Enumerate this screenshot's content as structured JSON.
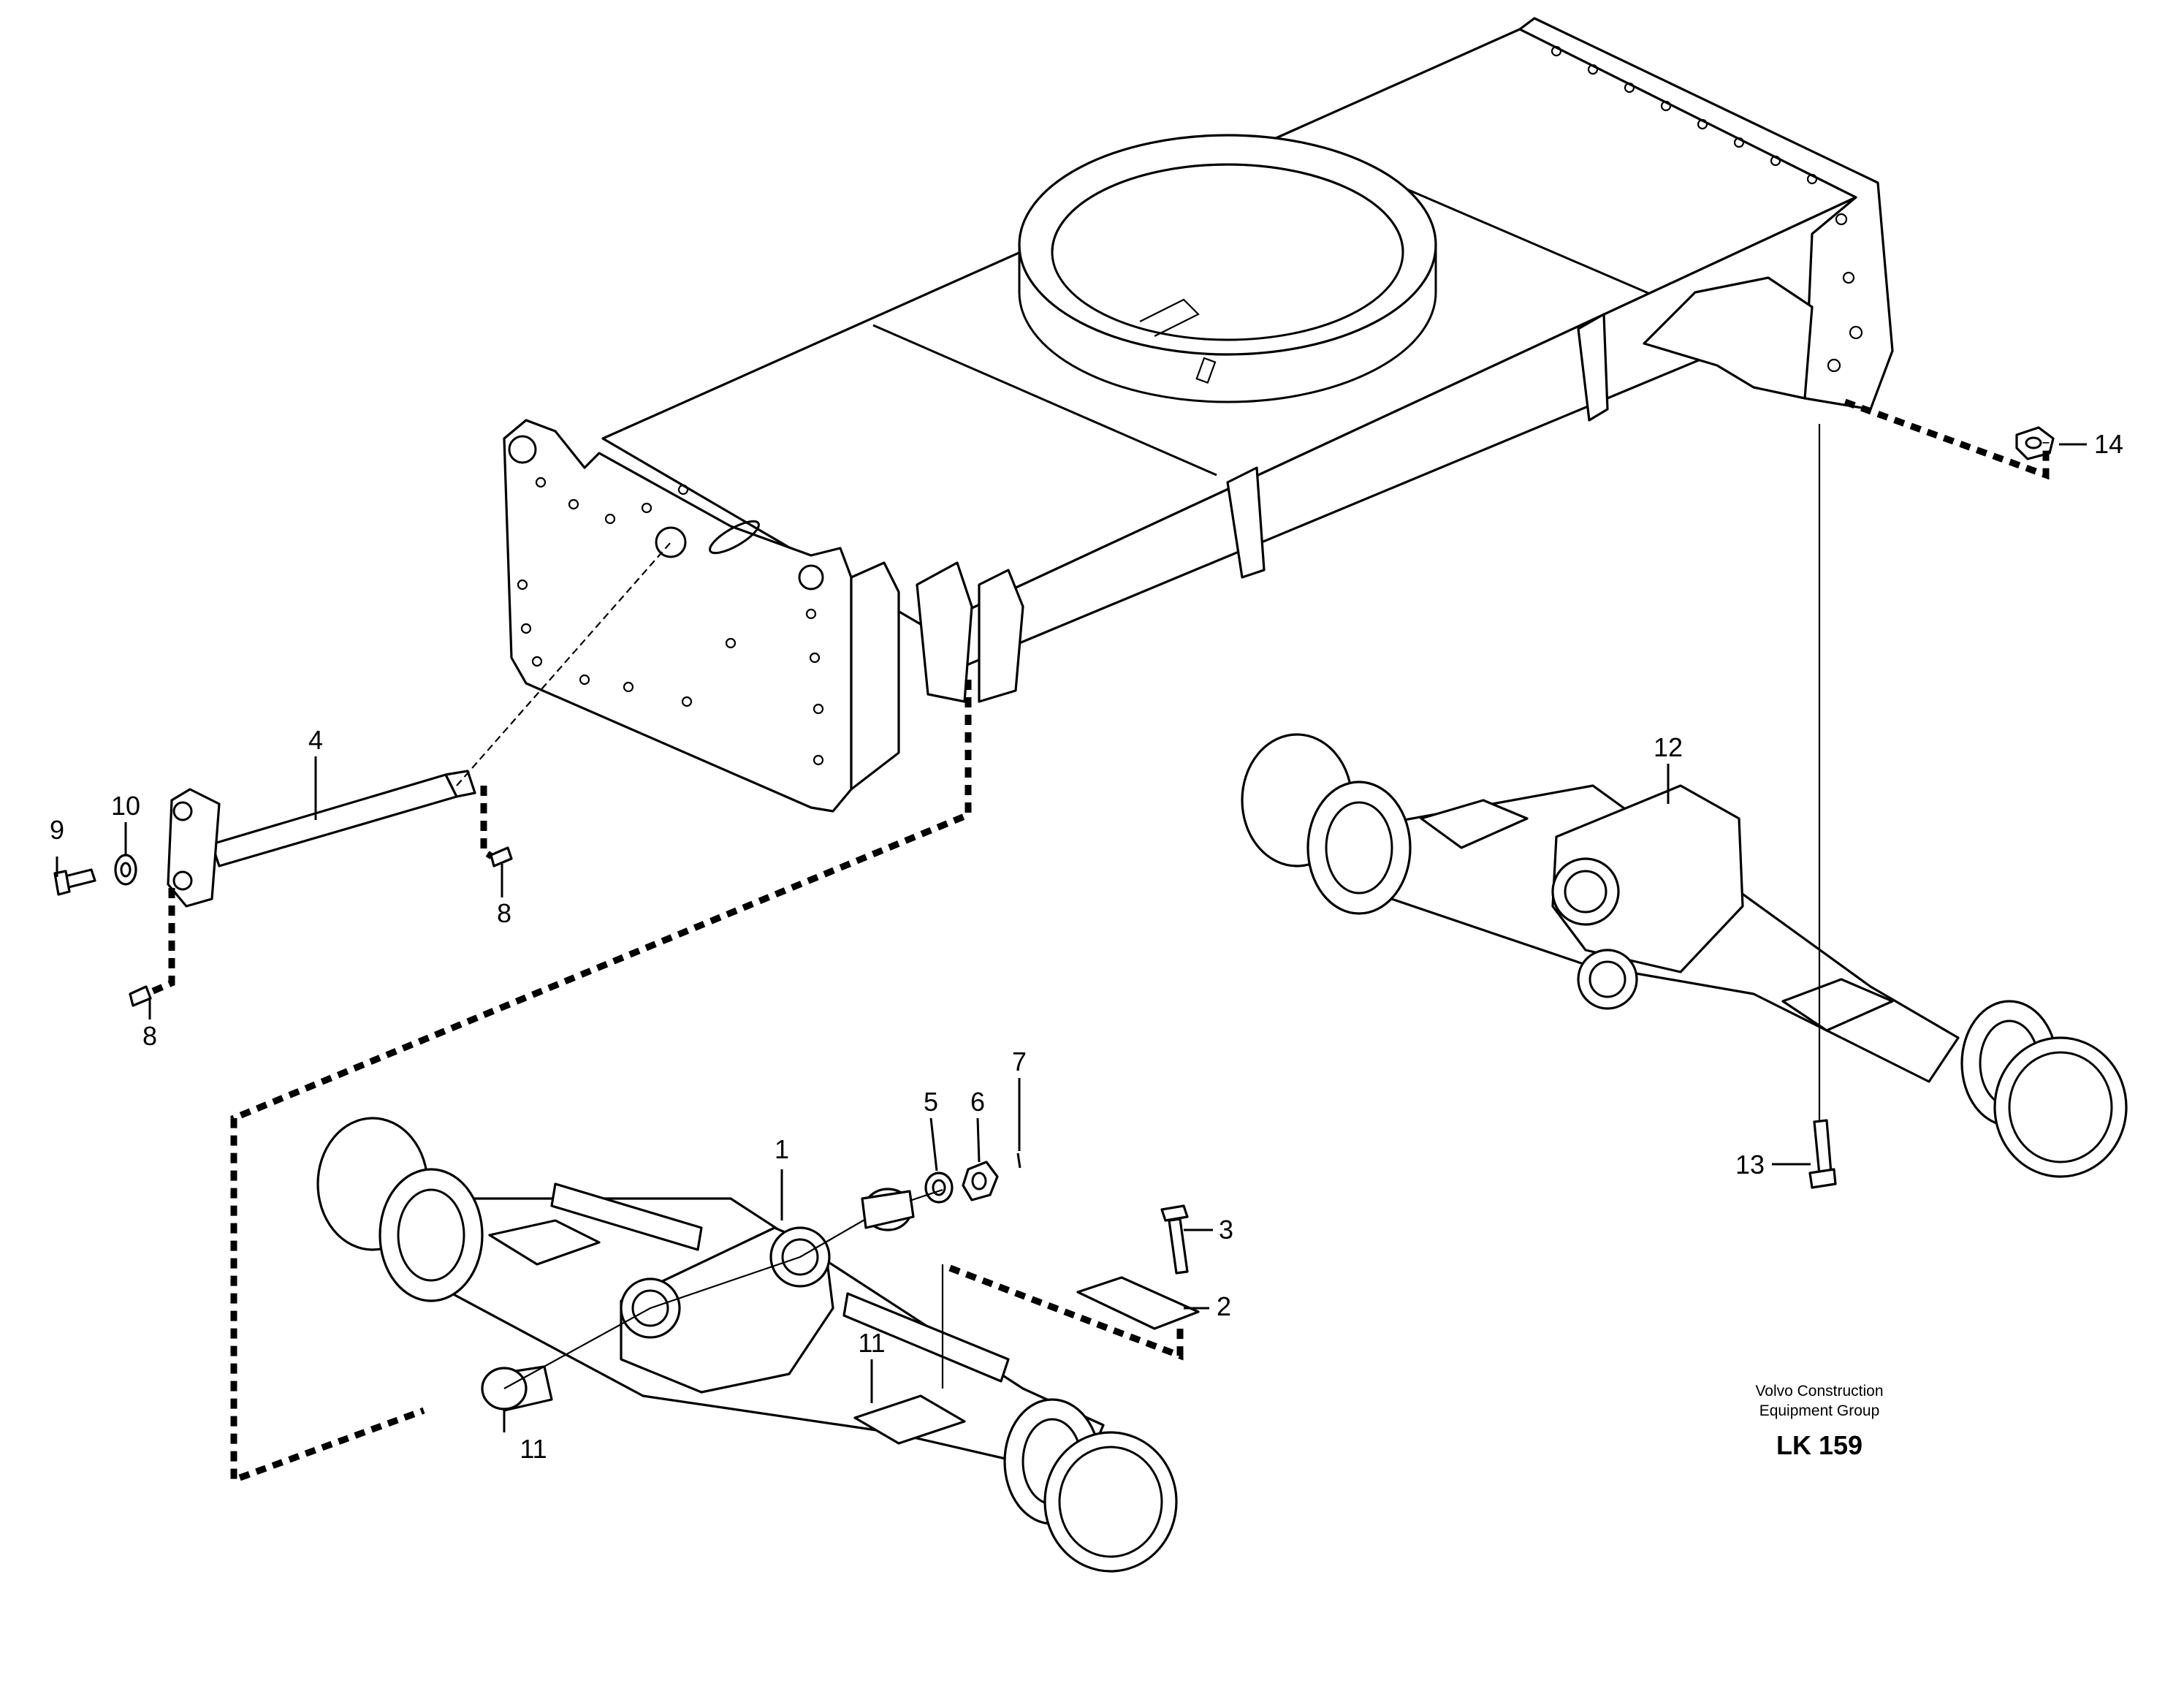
{
  "diagram": {
    "callouts": [
      {
        "id": "c1",
        "label": "1"
      },
      {
        "id": "c2",
        "label": "2"
      },
      {
        "id": "c3",
        "label": "3"
      },
      {
        "id": "c4",
        "label": "4"
      },
      {
        "id": "c5",
        "label": "5"
      },
      {
        "id": "c6",
        "label": "6"
      },
      {
        "id": "c7",
        "label": "7"
      },
      {
        "id": "c8a",
        "label": "8"
      },
      {
        "id": "c8b",
        "label": "8"
      },
      {
        "id": "c9",
        "label": "9"
      },
      {
        "id": "c10",
        "label": "10"
      },
      {
        "id": "c11a",
        "label": "11"
      },
      {
        "id": "c11b",
        "label": "11"
      },
      {
        "id": "c12",
        "label": "12"
      },
      {
        "id": "c13",
        "label": "13"
      },
      {
        "id": "c14",
        "label": "14"
      }
    ]
  },
  "footer": {
    "company_line1": "Volvo Construction",
    "company_line2": "Equipment Group",
    "code": "LK 159"
  }
}
